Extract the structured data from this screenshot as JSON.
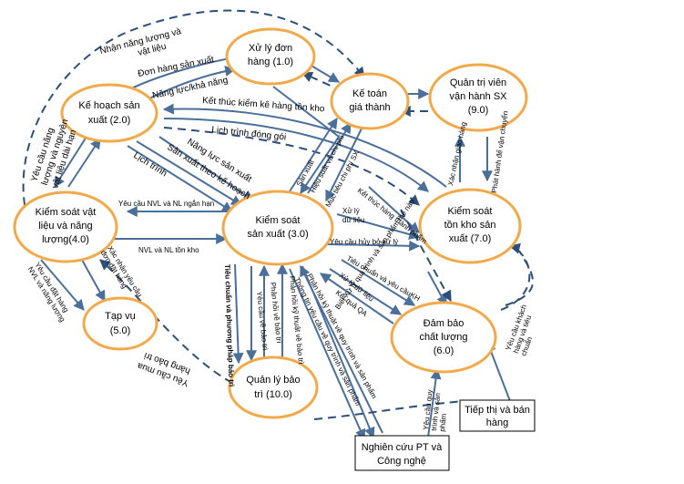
{
  "nodes": {
    "xu_ly_don_hang": [
      "Xử lý đơn",
      "hàng (1.0)"
    ],
    "ke_hoach_san_xuat": [
      "Kế hoạch sản",
      "xuất (2.0)"
    ],
    "ke_toan_gia_thanh": [
      "Kế toán",
      "giá thành"
    ],
    "quan_tri_vien": [
      "Quản trị viên",
      "vận hành SX",
      "(9.0)"
    ],
    "kiem_soat_vat_lieu": [
      "Kiểm soát vật",
      "liệu và năng",
      "lượng(4.0)"
    ],
    "kiem_soat_san_xuat": [
      "Kiểm soát",
      "sản xuất (3.0)"
    ],
    "kiem_soat_ton_kho": [
      "Kiểm soát",
      "tồn kho sản",
      "xuất (7.0)"
    ],
    "tap_vu": [
      "Tạp vụ",
      "(5.0)"
    ],
    "dam_bao_chat_luong": [
      "Đảm bảo",
      "chất lượng",
      "(6.0)"
    ],
    "quan_ly_bao_tri": [
      "Quản lý bảo",
      "trì (10.0)"
    ],
    "tiep_thi": [
      "Tiếp thị và bán",
      "hàng"
    ],
    "nghien_cuu": [
      "Nghiên cứu PT và",
      "Công nghệ"
    ]
  },
  "edge_labels": {
    "nhan_nang_luong": [
      "Nhận năng lượng và",
      "vật liệu"
    ],
    "don_hang_san_xuat": "Đơn hàng sản xuất",
    "nang_luc_kha_nang": "Năng lực/khả năng",
    "ket_thuc_kiem_ke": "Kết thúc kiểm kê hàng tồn kho",
    "lich_trinh_dong_goi": "Lịch trình đóng gói",
    "nang_luc_san_xuat": "Năng lực sản xuất",
    "san_xuat_theo_ke_hoach": "Sản xuất theo kế hoạch",
    "lich_trinh": "Lịch trình",
    "yeu_cau_nang_luong": [
      "Yêu cầu năng",
      "lượng và nguyên",
      "vật liệu dài hạn"
    ],
    "yeu_cau_nvl_ngan_han": "Yêu cầu NVL và NL ngắn hạn",
    "nvl_nl_ton_kho": "NVL và NL tồn kho",
    "san_xuat": "Sản xuất",
    "hieu_suat_chi_phi": "Hiệu suất và chi phí",
    "muc_tieu_chi_phi": "Mục tiêu chi phí SX",
    "xac_nhan_giao_hang": "Xác nhận giao hàng",
    "phat_hanh_de_van_chuyen": "Phát hành để vận chuyển",
    "ket_thuc_hang_thanh_pham": "Kết thúc hàng thành phẩm",
    "xu_ly_du_lieu_1": [
      "Xử lý",
      "dữ liệu"
    ],
    "yeu_cau_huy_bo": "Yêu cầu hủy bỏ xử lý",
    "tieu_chuan_va_yeu_cau": "Tiêu chuẩn và yêu cầuKH",
    "xu_ly_du_lieu_2": "Xử lý dữ liệu",
    "ket_qua_qa": "Kết quả QA",
    "biet_xu_ly": "Biết Xử lý quá trình và sản phẩm thế nào",
    "phan_hoi_ky_thuat": "Phản hồi kỹ thuật về quy trình và sản phẩm",
    "thong_tin_yeu_cau": "Thông tin yêu cầu về quy trình và sản phẩm",
    "phan_hoi_ky_thuat_bao_tri": "Phản hồi kỹ thuật về bảo trì",
    "phan_hoi_bao_tri": "Phản hồi về bảo trì",
    "yeu_cau_bao_tri": "Yêu cầu về bảo trì",
    "tieu_chuan_phuong_phap": "Tiêu chuẩn và phương pháp bảo trì",
    "xac_nhan_yeu_cau_don_dat_hang": [
      "Xác nhận yêu cầu",
      "đơn đặt hàng"
    ],
    "yeu_cau_dat_hang": [
      "Yêu cầu đặt hàng",
      "NVL và năng lượng"
    ],
    "yeu_cau_mua_hang_bao_tri": [
      "Yêu cầu mua",
      "hàng bảo trì"
    ],
    "yeu_cau_khach_hang": [
      "Yêu cầu khách",
      "hàng và tiêu",
      "chuẩn"
    ],
    "yeu_cau_quy_trinh": [
      "Yêu cầu quy",
      "trình và sản",
      "phẩm"
    ]
  }
}
